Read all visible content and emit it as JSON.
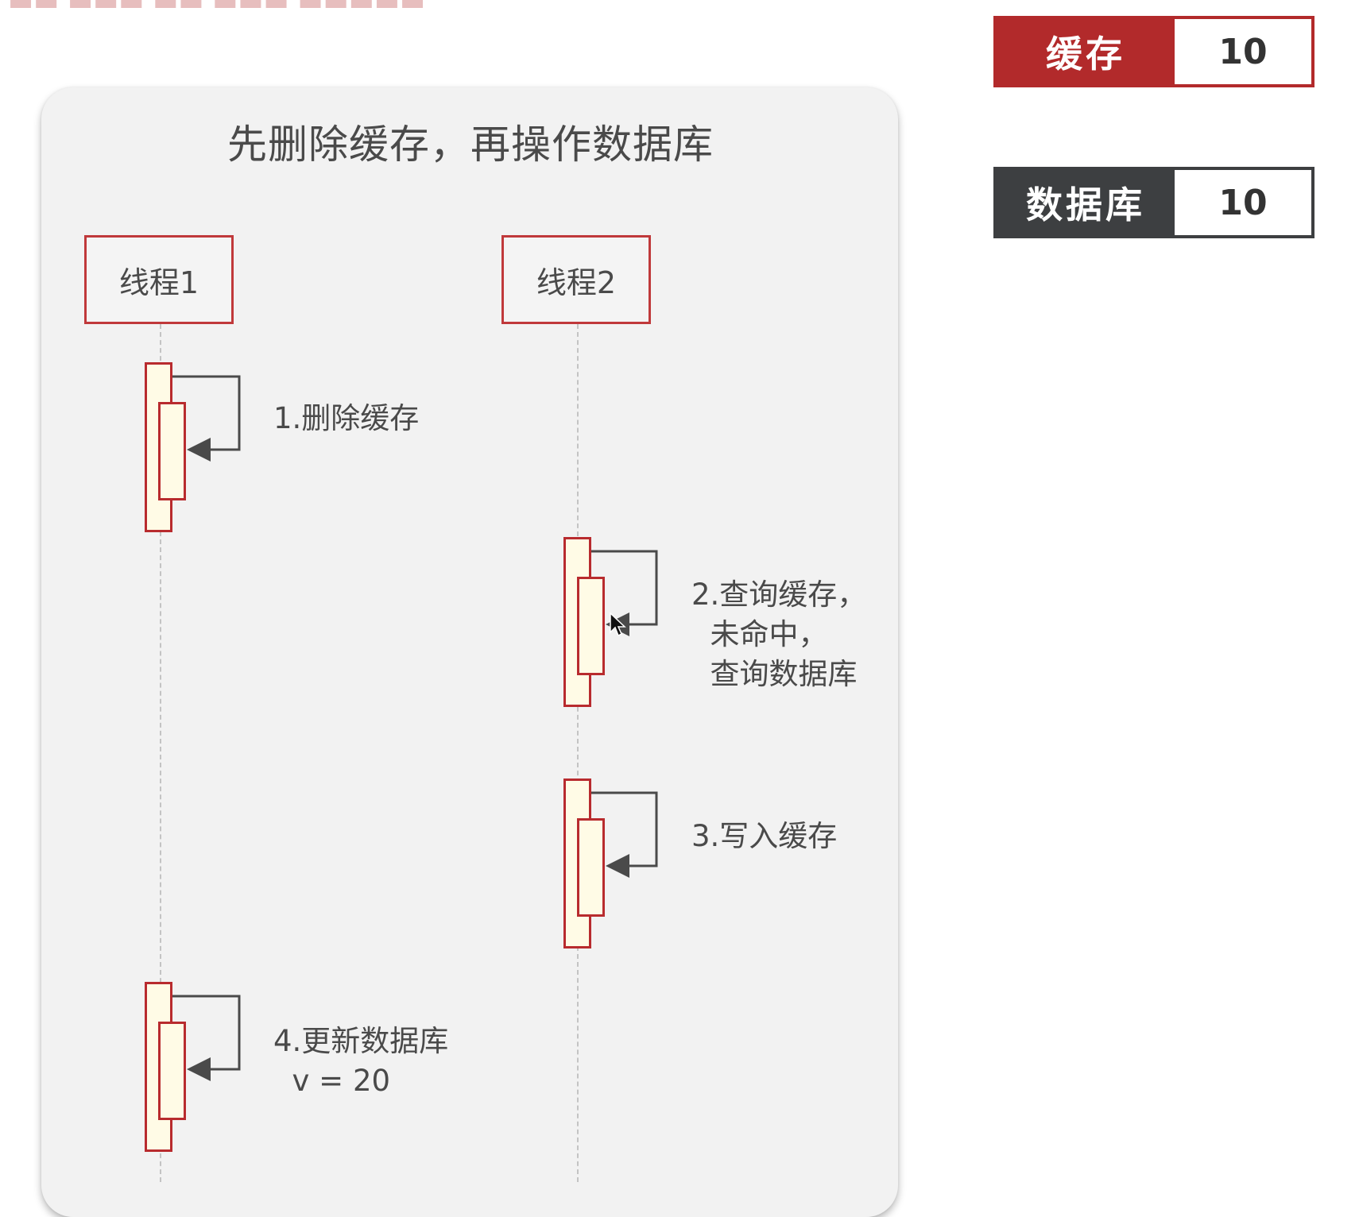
{
  "title": "先删除缓存，再操作数据库",
  "actors": [
    {
      "label": "线程1"
    },
    {
      "label": "线程2"
    }
  ],
  "steps": [
    {
      "label": "1.删除缓存"
    },
    {
      "label": "2.查询缓存，\n  未命中，\n  查询数据库"
    },
    {
      "label": "3.写入缓存"
    },
    {
      "label": "4.更新数据库\n  v = 20"
    }
  ],
  "legend": {
    "cache": {
      "name": "缓存",
      "value": "10",
      "color": "#b22a2b"
    },
    "database": {
      "name": "数据库",
      "value": "10",
      "color": "#3d3f41"
    }
  },
  "colors": {
    "actor_border": "#c0393b",
    "activation_fill": "#fffbe6",
    "activation_border": "#b82b2e",
    "arrow": "#4a4a4a",
    "panel": "#f2f2f2"
  }
}
